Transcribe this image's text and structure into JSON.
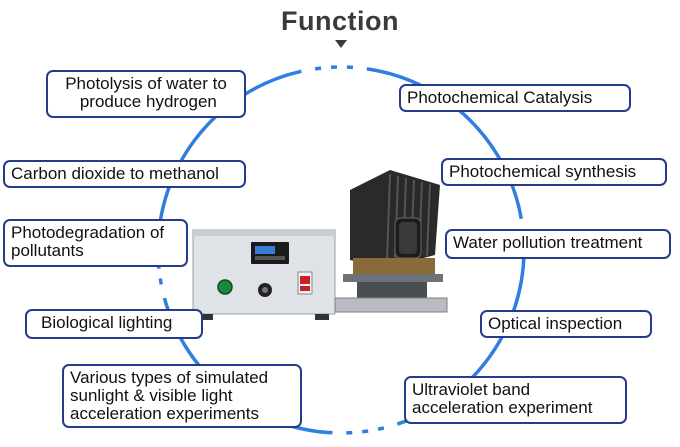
{
  "title": "Function",
  "colors": {
    "ring": "#2f7ee0",
    "box_border": "#243c8c",
    "title": "#3a3a3a"
  },
  "labels": {
    "photolysis": "Photolysis of water to\n produce hydrogen",
    "photocatalysis": "Photochemical Catalysis",
    "co2": "Carbon dioxide to methanol",
    "synthesis": "Photochemical synthesis",
    "photodegradation": "Photodegradation of\npollutants",
    "water": "Water pollution treatment",
    "bio": "Biological lighting",
    "optical": "Optical inspection",
    "simulated": "Various types of simulated\nsunlight & visible light\nacceleration experiments",
    "uv": "Ultraviolet band\nacceleration experiment"
  },
  "device_icons": [
    "display-readout",
    "power-indicator-light",
    "knob",
    "power-switch",
    "lamp-housing-heatsink"
  ]
}
